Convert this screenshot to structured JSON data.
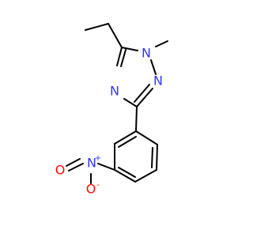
{
  "molecule": {
    "atoms": {
      "n1": "N",
      "n2": "N",
      "n4": "N",
      "n_nitro": "N",
      "n_nitro_charge": "+",
      "o_double": "O",
      "o_single": "O",
      "o_single_charge": "-"
    },
    "colors": {
      "nitrogen": "#3333ff",
      "oxygen": "#ff0d0d",
      "bond": "#000000",
      "background": "#ffffff"
    }
  }
}
